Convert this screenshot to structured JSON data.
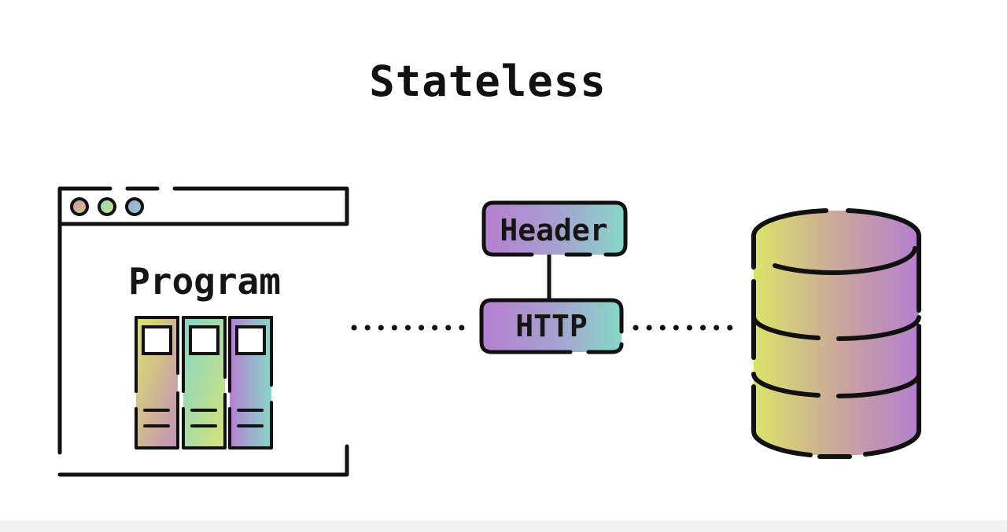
{
  "title": "Stateless",
  "program": {
    "label": "Program"
  },
  "message": {
    "header_label": "Header",
    "http_label": "HTTP"
  },
  "colors": {
    "ink": "#111111",
    "lime": "#dce36a",
    "mint": "#86d8c8",
    "mauve": "#c69aa8",
    "purple": "#b77ed0"
  },
  "icons": [
    "browser-window-icon",
    "server-rack-icon",
    "database-icon"
  ]
}
